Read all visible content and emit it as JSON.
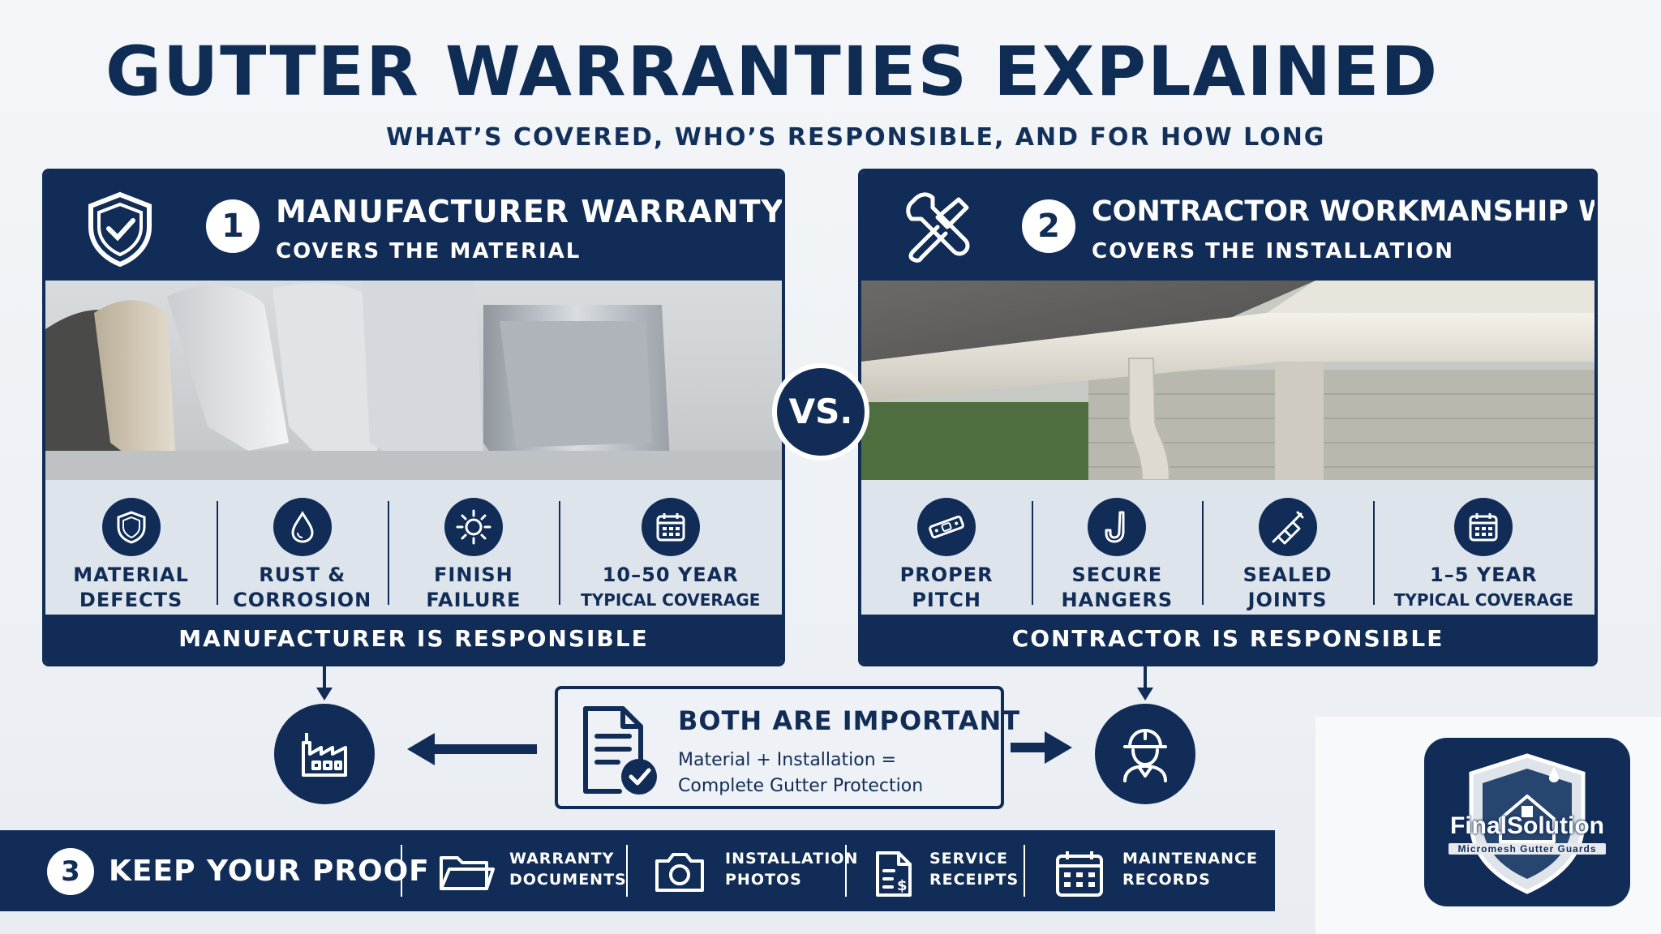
{
  "title": "GUTTER WARRANTIES EXPLAINED",
  "subtitle": "WHAT’S COVERED, WHO’S RESPONSIBLE, AND FOR HOW LONG",
  "left_panel": {
    "number": "1",
    "title": "MANUFACTURER WARRANTY",
    "subtitle": "COVERS THE MATERIAL",
    "icon": "shield-check-icon",
    "features": [
      {
        "icon": "shield-icon",
        "label": "MATERIAL\nDEFECTS"
      },
      {
        "icon": "droplet-icon",
        "label": "RUST &\nCORROSION"
      },
      {
        "icon": "sun-icon",
        "label": "FINISH\nFAILURE"
      },
      {
        "icon": "calendar-icon",
        "label": "10–50 YEAR",
        "sublabel": "TYPICAL COVERAGE"
      }
    ],
    "footer": "MANUFACTURER IS RESPONSIBLE"
  },
  "vs": "VS.",
  "right_panel": {
    "number": "2",
    "title": "CONTRACTOR WORKMANSHIP WARRANTY",
    "subtitle": "COVERS THE INSTALLATION",
    "icon": "tools-icon",
    "features": [
      {
        "icon": "level-icon",
        "label": "PROPER\nPITCH"
      },
      {
        "icon": "hanger-icon",
        "label": "SECURE\nHANGERS"
      },
      {
        "icon": "caulk-gun-icon",
        "label": "SEALED\nJOINTS"
      },
      {
        "icon": "calendar-icon",
        "label": "1–5 YEAR",
        "sublabel": "TYPICAL COVERAGE"
      }
    ],
    "footer": "CONTRACTOR IS RESPONSIBLE"
  },
  "both": {
    "title": "BOTH ARE IMPORTANT",
    "line1": "Material + Installation =",
    "line2": "Complete Gutter Protection",
    "icon": "document-check-icon"
  },
  "proof": {
    "number": "3",
    "title": "KEEP YOUR PROOF",
    "items": [
      {
        "icon": "folder-icon",
        "label": "WARRANTY\nDOCUMENTS"
      },
      {
        "icon": "camera-icon",
        "label": "INSTALLATION\nPHOTOS"
      },
      {
        "icon": "receipt-icon",
        "label": "SERVICE\nRECEIPTS"
      },
      {
        "icon": "calendar-icon",
        "label": "MAINTENANCE\nRECORDS"
      }
    ]
  },
  "logo": {
    "name": "FinalSolution",
    "tagline": "Micromesh Gutter Guards"
  },
  "colors": {
    "navy": "#112d57",
    "white": "#ffffff",
    "panel": "#dfe6ee"
  }
}
